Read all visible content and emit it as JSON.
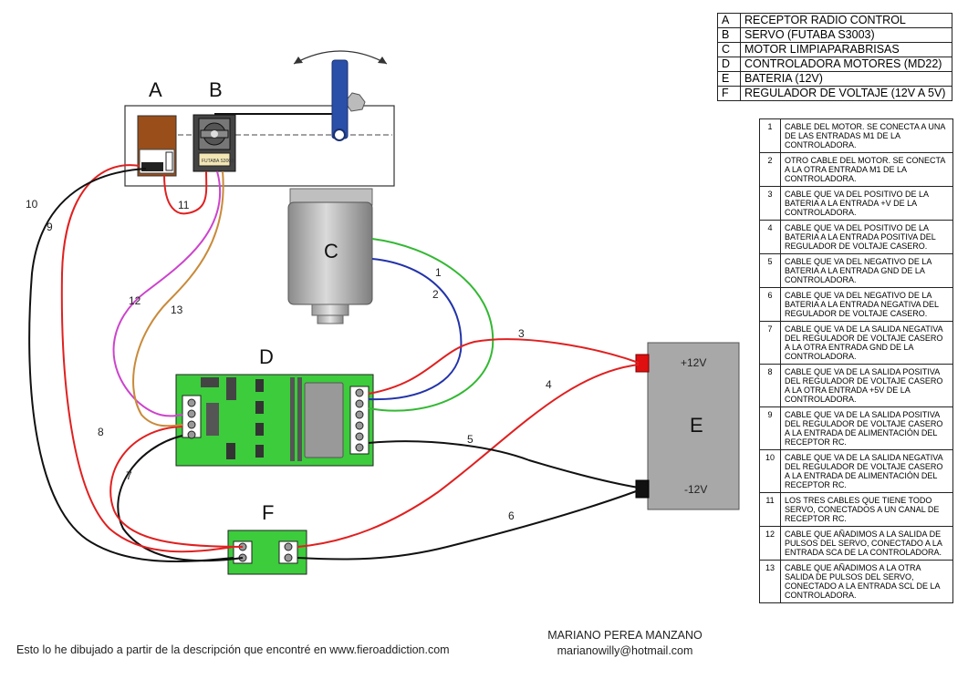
{
  "components": [
    {
      "code": "A",
      "desc": "RECEPTOR RADIO CONTROL"
    },
    {
      "code": "B",
      "desc": "SERVO (FUTABA S3003)"
    },
    {
      "code": "C",
      "desc": "MOTOR LIMPIAPARABRISAS"
    },
    {
      "code": "D",
      "desc": "CONTROLADORA MOTORES (MD22)"
    },
    {
      "code": "E",
      "desc": "BATERIA (12V)"
    },
    {
      "code": "F",
      "desc": "REGULADOR DE VOLTAJE (12V A 5V)"
    }
  ],
  "cables": [
    {
      "num": "1",
      "desc": "CABLE DEL MOTOR. SE CONECTA A UNA DE LAS ENTRADAS M1 DE LA CONTROLADORA."
    },
    {
      "num": "2",
      "desc": "OTRO CABLE DEL MOTOR. SE CONECTA A LA OTRA ENTRADA M1 DE LA CONTROLADORA."
    },
    {
      "num": "3",
      "desc": "CABLE QUE VA DEL POSITIVO DE LA BATERIA A LA ENTRADA +V DE LA CONTROLADORA."
    },
    {
      "num": "4",
      "desc": "CABLE QUE VA DEL POSITIVO DE LA BATERIA A LA ENTRADA POSITIVA DEL REGULADOR DE VOLTAJE CASERO."
    },
    {
      "num": "5",
      "desc": "CABLE QUE VA DEL NEGATIVO DE LA BATERIA A LA ENTRADA GND DE LA CONTROLADORA."
    },
    {
      "num": "6",
      "desc": "CABLE QUE VA DEL NEGATIVO DE LA BATERIA A LA ENTRADA NEGATIVA DEL REGULADOR DE VOLTAJE CASERO."
    },
    {
      "num": "7",
      "desc": "CABLE QUE VA DE LA SALIDA NEGATIVA DEL REGULADOR DE VOLTAJE CASERO A LA OTRA ENTRADA GND DE LA CONTROLADORA."
    },
    {
      "num": "8",
      "desc": "CABLE QUE VA DE LA SALIDA POSITIVA DEL REGULADOR DE VOLTAJE CASERO A LA OTRA ENTRADA +5V DE LA CONTROLADORA."
    },
    {
      "num": "9",
      "desc": "CABLE QUE VA DE LA SALIDA POSITIVA DEL REGULADOR DE VOLTAJE CASERO A LA ENTRADA DE ALIMENTACIÓN DEL RECEPTOR RC."
    },
    {
      "num": "10",
      "desc": "CABLE QUE VA DE LA SALIDA NEGATIVA DEL REGULADOR DE VOLTAJE CASERO A LA ENTRADA DE ALIMENTACIÓN DEL RECEPTOR RC."
    },
    {
      "num": "11",
      "desc": "LOS TRES CABLES QUE TIENE TODO SERVO, CONECTADOS A UN CANAL DE RECEPTOR RC."
    },
    {
      "num": "12",
      "desc": "CABLE QUE AÑADIMOS A LA SALIDA DE PULSOS DEL SERVO, CONECTADO A LA ENTRADA SCA DE LA CONTROLADORA."
    },
    {
      "num": "13",
      "desc": "CABLE QUE AÑADIMOS A LA OTRA SALIDA DE PULSOS DEL SERVO, CONECTADO A LA ENTRADA SCL DE LA CONTROLADORA."
    }
  ],
  "labels": {
    "A": "A",
    "B": "B",
    "C": "C",
    "D": "D",
    "E": "E",
    "F": "F",
    "plus12": "+12V",
    "minus12": "-12V",
    "servo_text": "FUTABA S3003"
  },
  "wire_numbers": [
    "1",
    "2",
    "3",
    "4",
    "5",
    "6",
    "7",
    "8",
    "9",
    "10",
    "11",
    "12",
    "13"
  ],
  "footer": {
    "credit": "Esto lo he dibujado a partir de la descripción que encontré en www.fieroaddiction.com",
    "author": "MARIANO PEREA MANZANO",
    "email": "marianowilly@hotmail.com"
  },
  "colors": {
    "wire_red": "#e02020",
    "wire_black": "#111111",
    "wire_green": "#33b833",
    "wire_blue": "#2233aa",
    "wire_magenta": "#cc44cc",
    "wire_orange": "#c98a3a",
    "board_green": "#3ccc3c",
    "battery_gray": "#a8a8a8",
    "servo_arm_blue": "#2a4fa8",
    "receiver_brown": "#9a4e1a"
  }
}
